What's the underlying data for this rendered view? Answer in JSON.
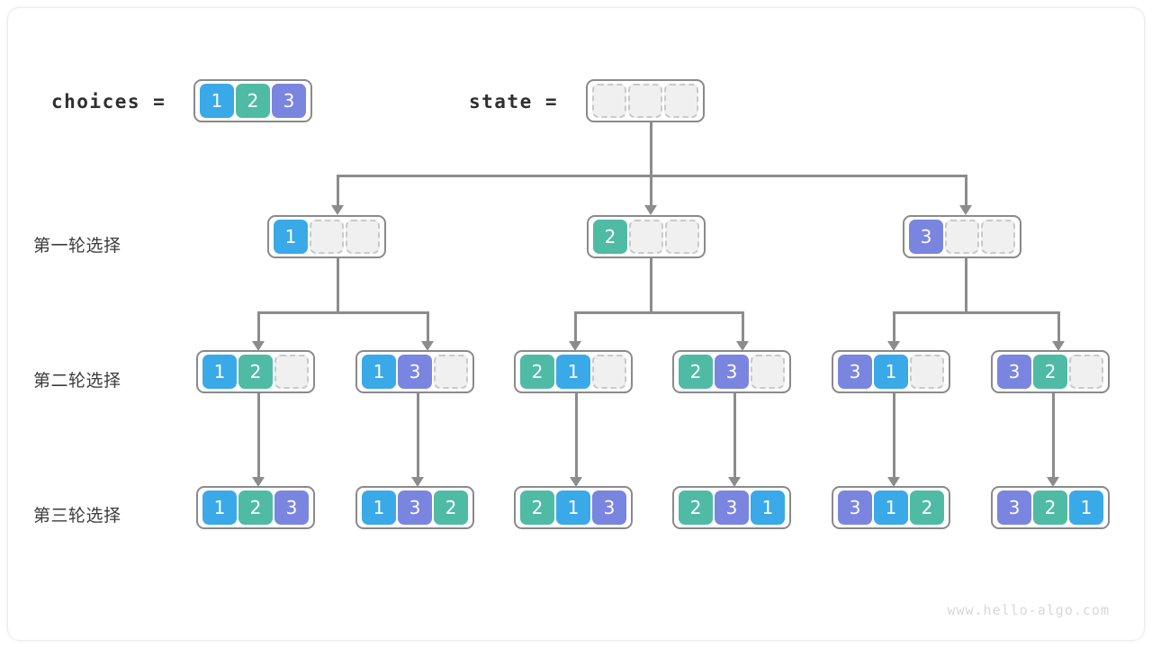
{
  "diagram": {
    "title": "permutations-backtracking-tree",
    "watermark": "www.hello-algo.com",
    "colors": {
      "value_1": "#3aa9e8",
      "value_2": "#4fbba4",
      "value_3": "#7a85e0",
      "empty_cell_fill": "#f0f0f0",
      "empty_cell_border": "#c9c9c9",
      "array_border": "#8a8a8a",
      "connector": "#8c8c8c",
      "text": "#3b3b3b",
      "watermark": "#d8d8d8",
      "background": "#ffffff"
    }
  },
  "header": {
    "choices_label": "choices =",
    "choices_values": [
      "1",
      "2",
      "3"
    ],
    "state_label": "state =",
    "state_values": [
      "",
      "",
      ""
    ]
  },
  "rows": [
    {
      "label": "第一轮选择",
      "nodes": [
        {
          "values": [
            "1",
            "",
            ""
          ]
        },
        {
          "values": [
            "2",
            "",
            ""
          ]
        },
        {
          "values": [
            "3",
            "",
            ""
          ]
        }
      ]
    },
    {
      "label": "第二轮选择",
      "nodes": [
        {
          "values": [
            "1",
            "2",
            ""
          ]
        },
        {
          "values": [
            "1",
            "3",
            ""
          ]
        },
        {
          "values": [
            "2",
            "1",
            ""
          ]
        },
        {
          "values": [
            "2",
            "3",
            ""
          ]
        },
        {
          "values": [
            "3",
            "1",
            ""
          ]
        },
        {
          "values": [
            "3",
            "2",
            ""
          ]
        }
      ]
    },
    {
      "label": "第三轮选择",
      "nodes": [
        {
          "values": [
            "1",
            "2",
            "3"
          ]
        },
        {
          "values": [
            "1",
            "3",
            "2"
          ]
        },
        {
          "values": [
            "2",
            "1",
            "3"
          ]
        },
        {
          "values": [
            "2",
            "3",
            "1"
          ]
        },
        {
          "values": [
            "3",
            "1",
            "2"
          ]
        },
        {
          "values": [
            "3",
            "2",
            "1"
          ]
        }
      ]
    }
  ]
}
